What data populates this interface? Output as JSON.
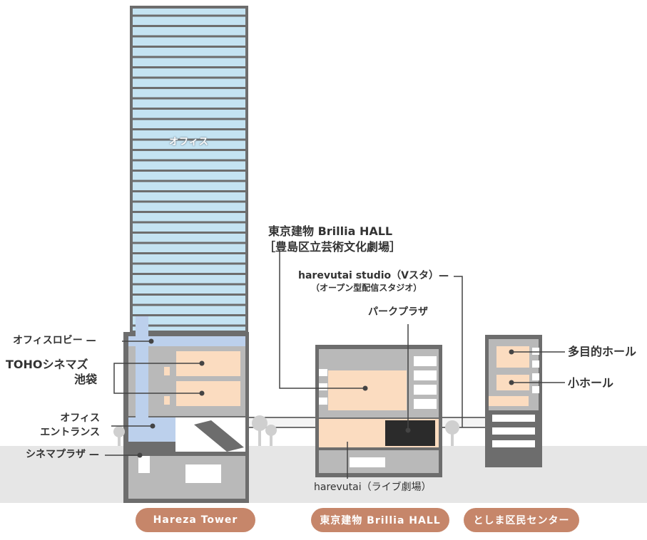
{
  "colors": {
    "ground": "#e6e6e6",
    "building": "#6d6d6d",
    "interior": "#b9b9b9",
    "glass": "#c4e3f2",
    "lobby_blue": "#bcd0ec",
    "hall_orange": "#fbdcc0",
    "pill": "#c6866a",
    "line": "#444444",
    "tree": "#cfcfcf"
  },
  "labels": {
    "office": "オフィス",
    "office_lobby": "オフィスロビー —",
    "toho_line1": "TOHOシネマズ",
    "toho_line2": "池袋",
    "office_entrance_line1": "オフィス",
    "office_entrance_line2": "エントランス",
    "cinema_plaza": "シネマプラザ —",
    "brillia_line1": "東京建物 Brillia HALL",
    "brillia_line2": "［豊島区立芸術文化劇場］",
    "studio_line1": "harevutai studio（Vスタ）—",
    "studio_line2": "（オープン型配信スタジオ）",
    "park_plaza": "パークプラザ",
    "multipurpose_hall": "多目的ホール",
    "small_hall": "小ホール",
    "harevutai": "harevutai（ライブ劇場）"
  },
  "buildings": [
    {
      "name": "Hareza Tower"
    },
    {
      "name": "東京建物 Brillia HALL"
    },
    {
      "name": "としま区民センター"
    }
  ]
}
